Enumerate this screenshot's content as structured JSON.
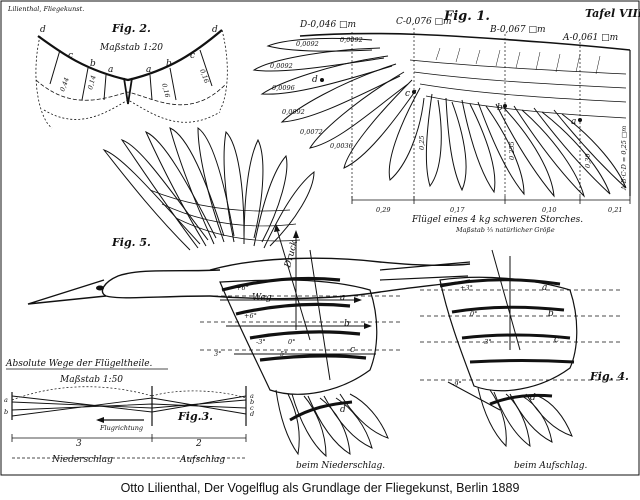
{
  "plate": {
    "header_left": "Lilienthal, Fliegekunst.",
    "plate_number": "Tafel VIII."
  },
  "fig1": {
    "label": "Fig. 1.",
    "point_d": "D-0,046 □m",
    "point_c": "C-0,076 □m",
    "point_b": "B-0,067 □m",
    "point_a": "A-0,061 □m",
    "feather_areas": [
      "0,0092",
      "0,0092",
      "0,0096",
      "0,0092",
      "0,0072",
      "0,0036",
      "0,0092"
    ],
    "dims": [
      "0,29",
      "0,17",
      "0,10",
      "0,25",
      "0,255",
      "0,30",
      "0,21"
    ],
    "vertical_note": "A·B·C·D = 0,25 □m",
    "point_d_letter": "d",
    "point_c_letter": "c",
    "point_b_letter": "b",
    "point_a_letter": "a",
    "caption_line1": "Flügel eines 4 kg schweren Storches.",
    "caption_line2": "Maßstab ⅕ natürlicher Größe"
  },
  "fig2": {
    "label": "Fig. 2.",
    "scale": "Maßstab 1:20",
    "letters": [
      "d",
      "c",
      "b",
      "a",
      "a",
      "b",
      "c",
      "d"
    ],
    "dims": [
      "0,44",
      "0,14",
      "0,16",
      "0,16"
    ]
  },
  "fig3": {
    "label": "Fig.3.",
    "title": "Absolute Wege der Flügeltheile.",
    "scale": "Maßstab 1:50",
    "direction": "Flugrichtung",
    "down_length": "3",
    "up_length": "2",
    "down_label": "Niederschlag",
    "up_label": "Aufschlag",
    "letters": [
      "a",
      "b",
      "c",
      "d"
    ],
    "left_letters": [
      "a",
      "b"
    ]
  },
  "fig4": {
    "label": "Fig. 4.",
    "caption": "beim Aufschlag.",
    "angles": [
      "+3°",
      "0°",
      "-3°",
      "-9°"
    ],
    "letters": [
      "a",
      "b",
      "c",
      "d"
    ]
  },
  "fig5": {
    "label": "Fig. 5.",
    "caption": "beim Niederschlag.",
    "angles": [
      "+6°",
      "+6°",
      "-3°",
      "3°",
      "0°",
      "5°"
    ],
    "weg": "Weg",
    "druck": "Druck",
    "letters": [
      "a",
      "b",
      "c",
      "d"
    ]
  },
  "caption": "Otto Lilienthal, Der Vogelflug als Grundlage der Fliegekunst, Berlin 1889"
}
